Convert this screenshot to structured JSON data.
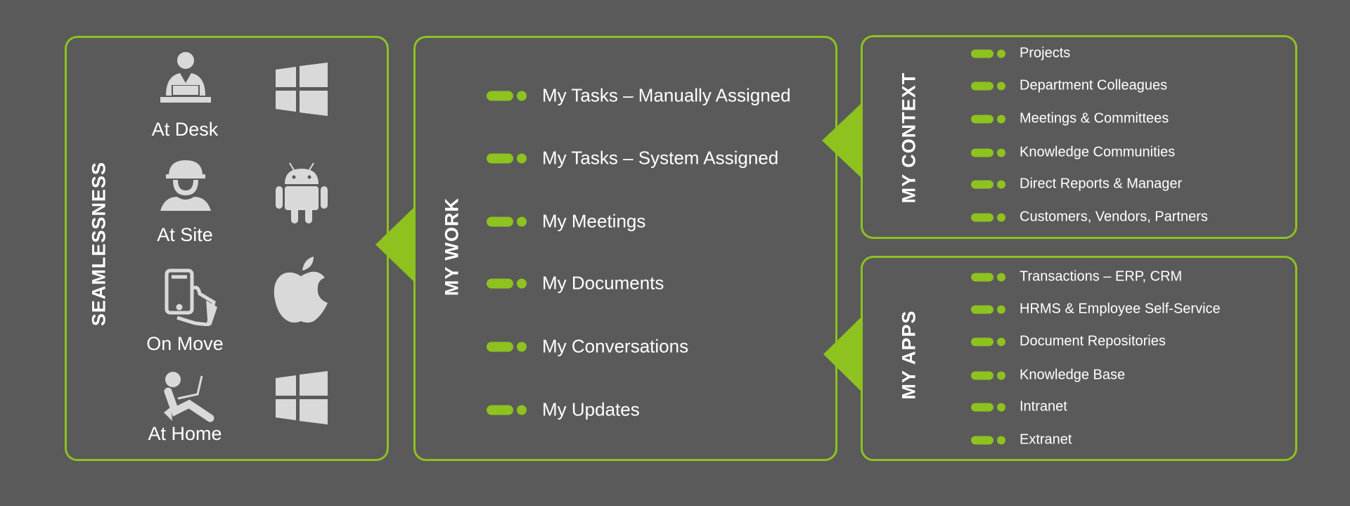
{
  "colors": {
    "background": "#5a5a5a",
    "accent": "#8dc21f",
    "icon": "#d9d9d9"
  },
  "seamlessness": {
    "title": "SEAMLESSNESS",
    "modes": [
      {
        "label": "At Desk",
        "icon": "desk-worker-icon"
      },
      {
        "label": "At Site",
        "icon": "hardhat-worker-icon"
      },
      {
        "label": "On Move",
        "icon": "hand-phone-icon"
      },
      {
        "label": "At Home",
        "icon": "laptop-person-icon"
      }
    ],
    "platforms": [
      "windows-icon",
      "android-icon",
      "apple-icon",
      "windows-icon"
    ]
  },
  "my_work": {
    "title": "MY WORK",
    "items": [
      "My Tasks – Manually Assigned",
      "My Tasks – System Assigned",
      "My Meetings",
      "My Documents",
      "My Conversations",
      "My Updates"
    ]
  },
  "my_context": {
    "title": "MY CONTEXT",
    "items": [
      "Projects",
      "Department Colleagues",
      "Meetings & Committees",
      "Knowledge Communities",
      "Direct Reports & Manager",
      "Customers, Vendors, Partners"
    ]
  },
  "my_apps": {
    "title": "MY APPS",
    "items": [
      "Transactions – ERP, CRM",
      "HRMS & Employee Self-Service",
      "Document Repositories",
      "Knowledge Base",
      "Intranet",
      "Extranet"
    ]
  }
}
